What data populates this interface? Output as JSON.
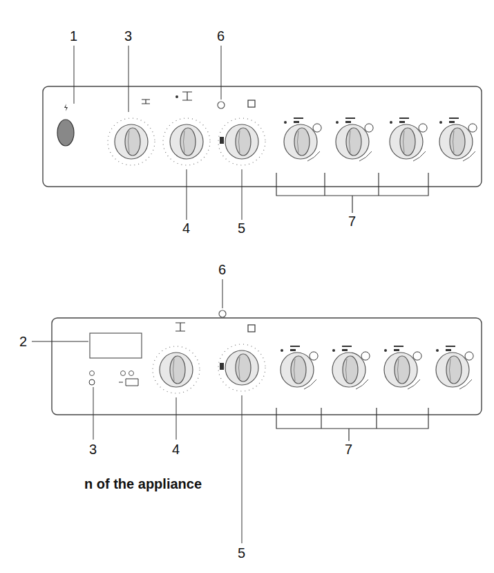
{
  "diagram": {
    "caption": "n of the appliance",
    "labels": [
      "1",
      "3",
      "6",
      "4",
      "5",
      "7",
      "6",
      "2",
      "3",
      "4",
      "5",
      "7"
    ]
  }
}
